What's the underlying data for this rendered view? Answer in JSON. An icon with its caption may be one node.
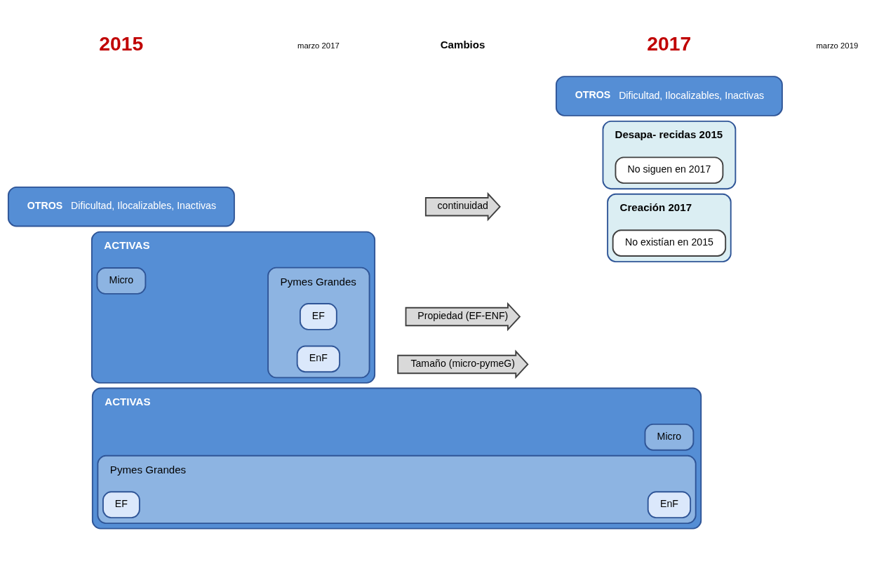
{
  "diagram": {
    "nodes": [
      {
        "text": [
          "ACTIVAS"
        ]
      },
      {
        "text": [
          "Micro"
        ],
        "in": 0
      },
      {
        "text": [
          "Pymes Grandes"
        ],
        "in": 0
      },
      {
        "text": [
          "EF"
        ],
        "in": 2
      },
      {
        "text": [
          "EnF"
        ],
        "in": 2
      },
      {
        "text": [
          "OTROS",
          "Dificultad, Ilocalizables, Inactivas"
        ]
      },
      {
        "text": [
          "Propiedad (EF-ENF)"
        ]
      },
      {
        "text": [
          "Tamaño (micro-pymeG)"
        ]
      },
      {
        "text": [
          "ACTIVAS"
        ]
      },
      {
        "text": [
          "Micro"
        ],
        "in": 8
      },
      {
        "text": [
          "Pymes Grandes"
        ],
        "in": 8
      },
      {
        "text": [
          "EF"
        ],
        "in": 10
      },
      {
        "text": [
          "EnF"
        ],
        "in": 10
      },
      {
        "text": [
          "OTROS",
          "Dificultad, Ilocalizables, Inactivas"
        ]
      },
      {
        "text": [
          "continuidad"
        ]
      },
      {
        "text": [
          "Desapa- recidas 2015"
        ]
      },
      {
        "text": [
          "No siguen en 2017"
        ],
        "in": 15
      },
      {
        "text": [
          "Creación 2017"
        ]
      },
      {
        "text": [
          "No existían en 2015"
        ],
        "in": 17
      }
    ],
    "edges": [],
    "labels": [
      "2015",
      "marzo 2017",
      "Cambios",
      "2017",
      "marzo 2019"
    ]
  }
}
